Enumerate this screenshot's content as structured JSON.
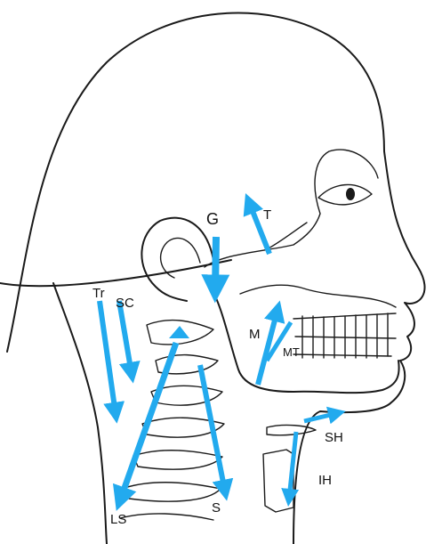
{
  "labels": {
    "tr": "Tr",
    "sc": "SC",
    "g": "G",
    "t": "T",
    "m": "M",
    "mt": "MT",
    "sh": "SH",
    "ih": "IH",
    "ls": "LS",
    "s": "S"
  },
  "colors": {
    "arrow": "#22aaee",
    "ink": "#1a1a1a"
  }
}
